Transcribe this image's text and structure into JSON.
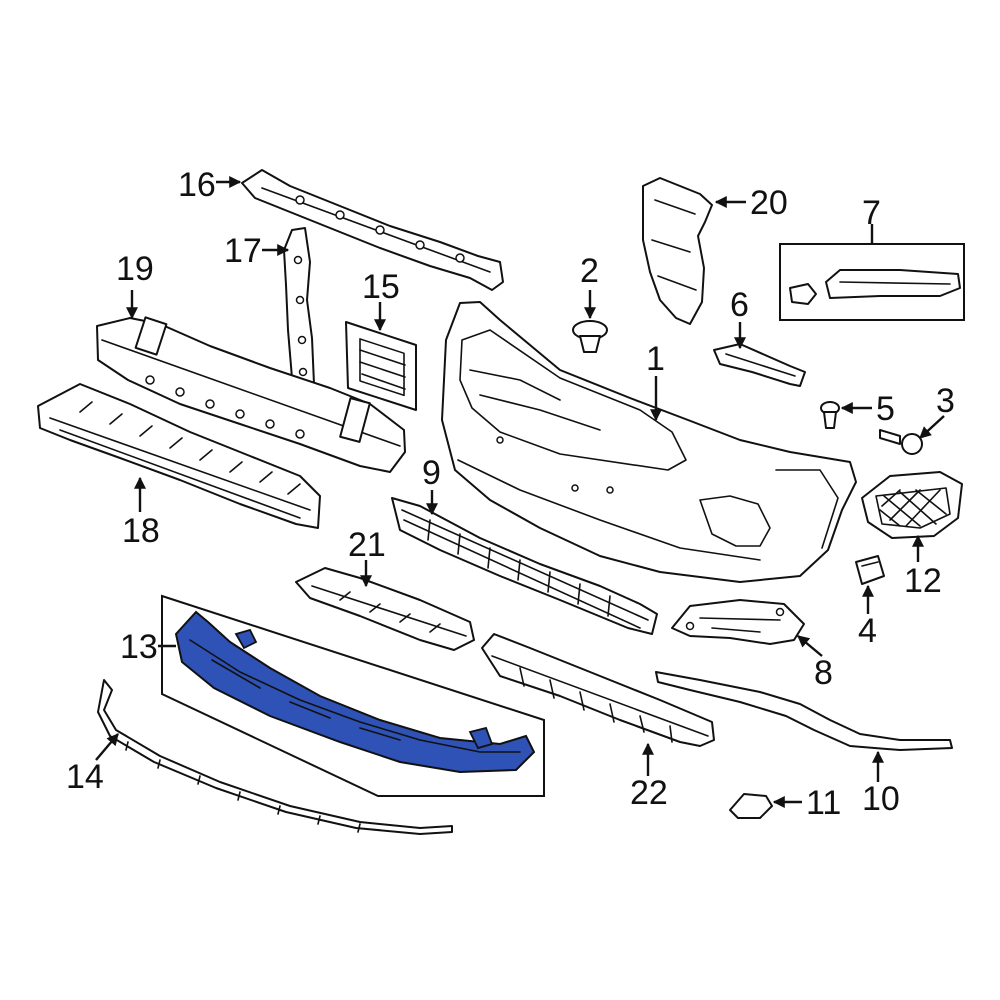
{
  "diagram": {
    "highlight_color": "#2e52b5",
    "outline_color": "#111111",
    "background_color": "#ffffff",
    "callouts": {
      "c1": "1",
      "c2": "2",
      "c3": "3",
      "c4": "4",
      "c5": "5",
      "c6": "6",
      "c7": "7",
      "c8": "8",
      "c9": "9",
      "c10": "10",
      "c11": "11",
      "c12": "12",
      "c13": "13",
      "c14": "14",
      "c15": "15",
      "c16": "16",
      "c17": "17",
      "c18": "18",
      "c19": "19",
      "c20": "20",
      "c21": "21",
      "c22": "22"
    }
  }
}
